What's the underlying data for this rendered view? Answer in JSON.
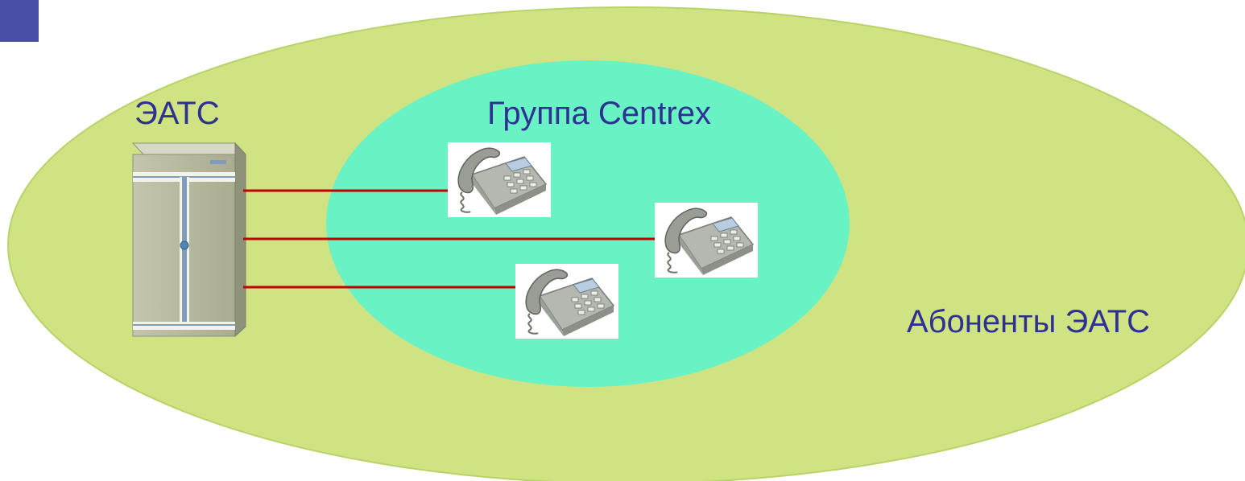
{
  "labels": {
    "exchange": "ЭАТС",
    "centrex_group": "Группа Centrex",
    "subscribers": "Абоненты ЭАТС"
  },
  "colors": {
    "outer_ellipse": "#cfe383",
    "outer_ellipse_stroke": "#b9d36a",
    "inner_ellipse": "#69f2c4",
    "text": "#2e3192",
    "link_line": "#c00000",
    "corner_block": "#4b4ea8",
    "cabinet": "#b2b59a",
    "cabinet_accent": "#7f9dba"
  },
  "icons": {
    "exchange": "server-cabinet-icon",
    "phone": "desk-phone-icon"
  },
  "phones": [
    {
      "name": "phone-1"
    },
    {
      "name": "phone-2"
    },
    {
      "name": "phone-3"
    }
  ]
}
